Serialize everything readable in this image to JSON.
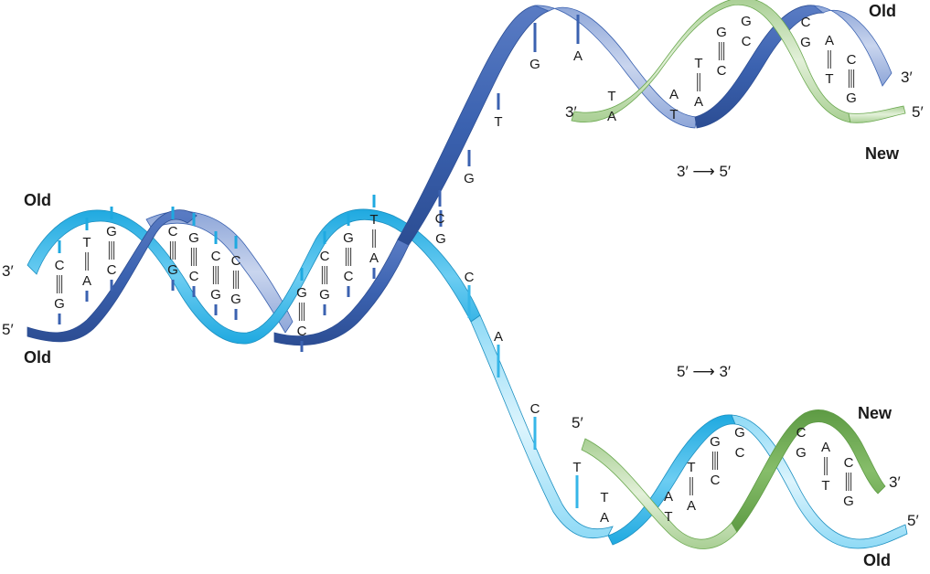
{
  "colors": {
    "old_dark": "#3b62b0",
    "old_dark_light": "#b9c7e6",
    "old_light": "#36b6e8",
    "old_light_pale": "#c6ecfa",
    "new_green": "#6aa84f",
    "new_green_pale": "#d4e8c4"
  },
  "labels": {
    "old_top_left": "Old",
    "old_bottom_left": "Old",
    "old_upper_right": "Old",
    "new_upper_right": "New",
    "new_lower_right": "New",
    "old_lower_right": "Old",
    "three_prime": "3′",
    "five_prime": "5′",
    "dir_upper": "3′ ⟶ 5′",
    "dir_lower": "5′ ⟶ 3′"
  },
  "parent_pairs": [
    {
      "top": "C",
      "bottom": "G",
      "bonds": 3
    },
    {
      "top": "T",
      "bottom": "A",
      "bonds": 2
    },
    {
      "top": "G",
      "bottom": "C",
      "bonds": 3
    },
    {
      "top": "C",
      "bottom": "G",
      "bonds": 3
    },
    {
      "top": "G",
      "bottom": "C",
      "bonds": 3
    },
    {
      "top": "C",
      "bottom": "G",
      "bonds": 3
    },
    {
      "top": "C",
      "bottom": "G",
      "bonds": 3
    },
    {
      "top": "G",
      "bottom": "C",
      "bonds": 3
    },
    {
      "top": "C",
      "bottom": "G",
      "bonds": 3
    },
    {
      "top": "G",
      "bottom": "C",
      "bonds": 3
    },
    {
      "top": "T",
      "bottom": "A",
      "bonds": 2
    }
  ],
  "upper_unpaired": [
    "C",
    "G",
    "G",
    "T"
  ],
  "upper_partial": [
    "G",
    "A"
  ],
  "upper_daughter_pairs": [
    {
      "top": "T",
      "bottom": "A",
      "bonds": 0
    },
    {
      "top": "A",
      "bottom": "T",
      "bonds": 0
    },
    {
      "top": "T",
      "bottom": "A",
      "bonds": 2
    },
    {
      "top": "G",
      "bottom": "C",
      "bonds": 3
    },
    {
      "top": "G",
      "bottom": "C",
      "bonds": 0
    },
    {
      "top": "C",
      "bottom": "G",
      "bonds": 0
    },
    {
      "top": "A",
      "bottom": "T",
      "bonds": 2
    },
    {
      "top": "C",
      "bottom": "G",
      "bonds": 3
    }
  ],
  "lower_unpaired": [
    "C",
    "A",
    "C",
    "T"
  ],
  "lower_daughter_pairs": [
    {
      "top": "T",
      "bottom": "A",
      "bonds": 0
    },
    {
      "top": "A",
      "bottom": "T",
      "bonds": 0
    },
    {
      "top": "T",
      "bottom": "A",
      "bonds": 2
    },
    {
      "top": "G",
      "bottom": "C",
      "bonds": 3
    },
    {
      "top": "G",
      "bottom": "C",
      "bonds": 0
    },
    {
      "top": "C",
      "bottom": "G",
      "bonds": 0
    },
    {
      "top": "A",
      "bottom": "T",
      "bonds": 2
    },
    {
      "top": "C",
      "bottom": "G",
      "bonds": 3
    }
  ]
}
